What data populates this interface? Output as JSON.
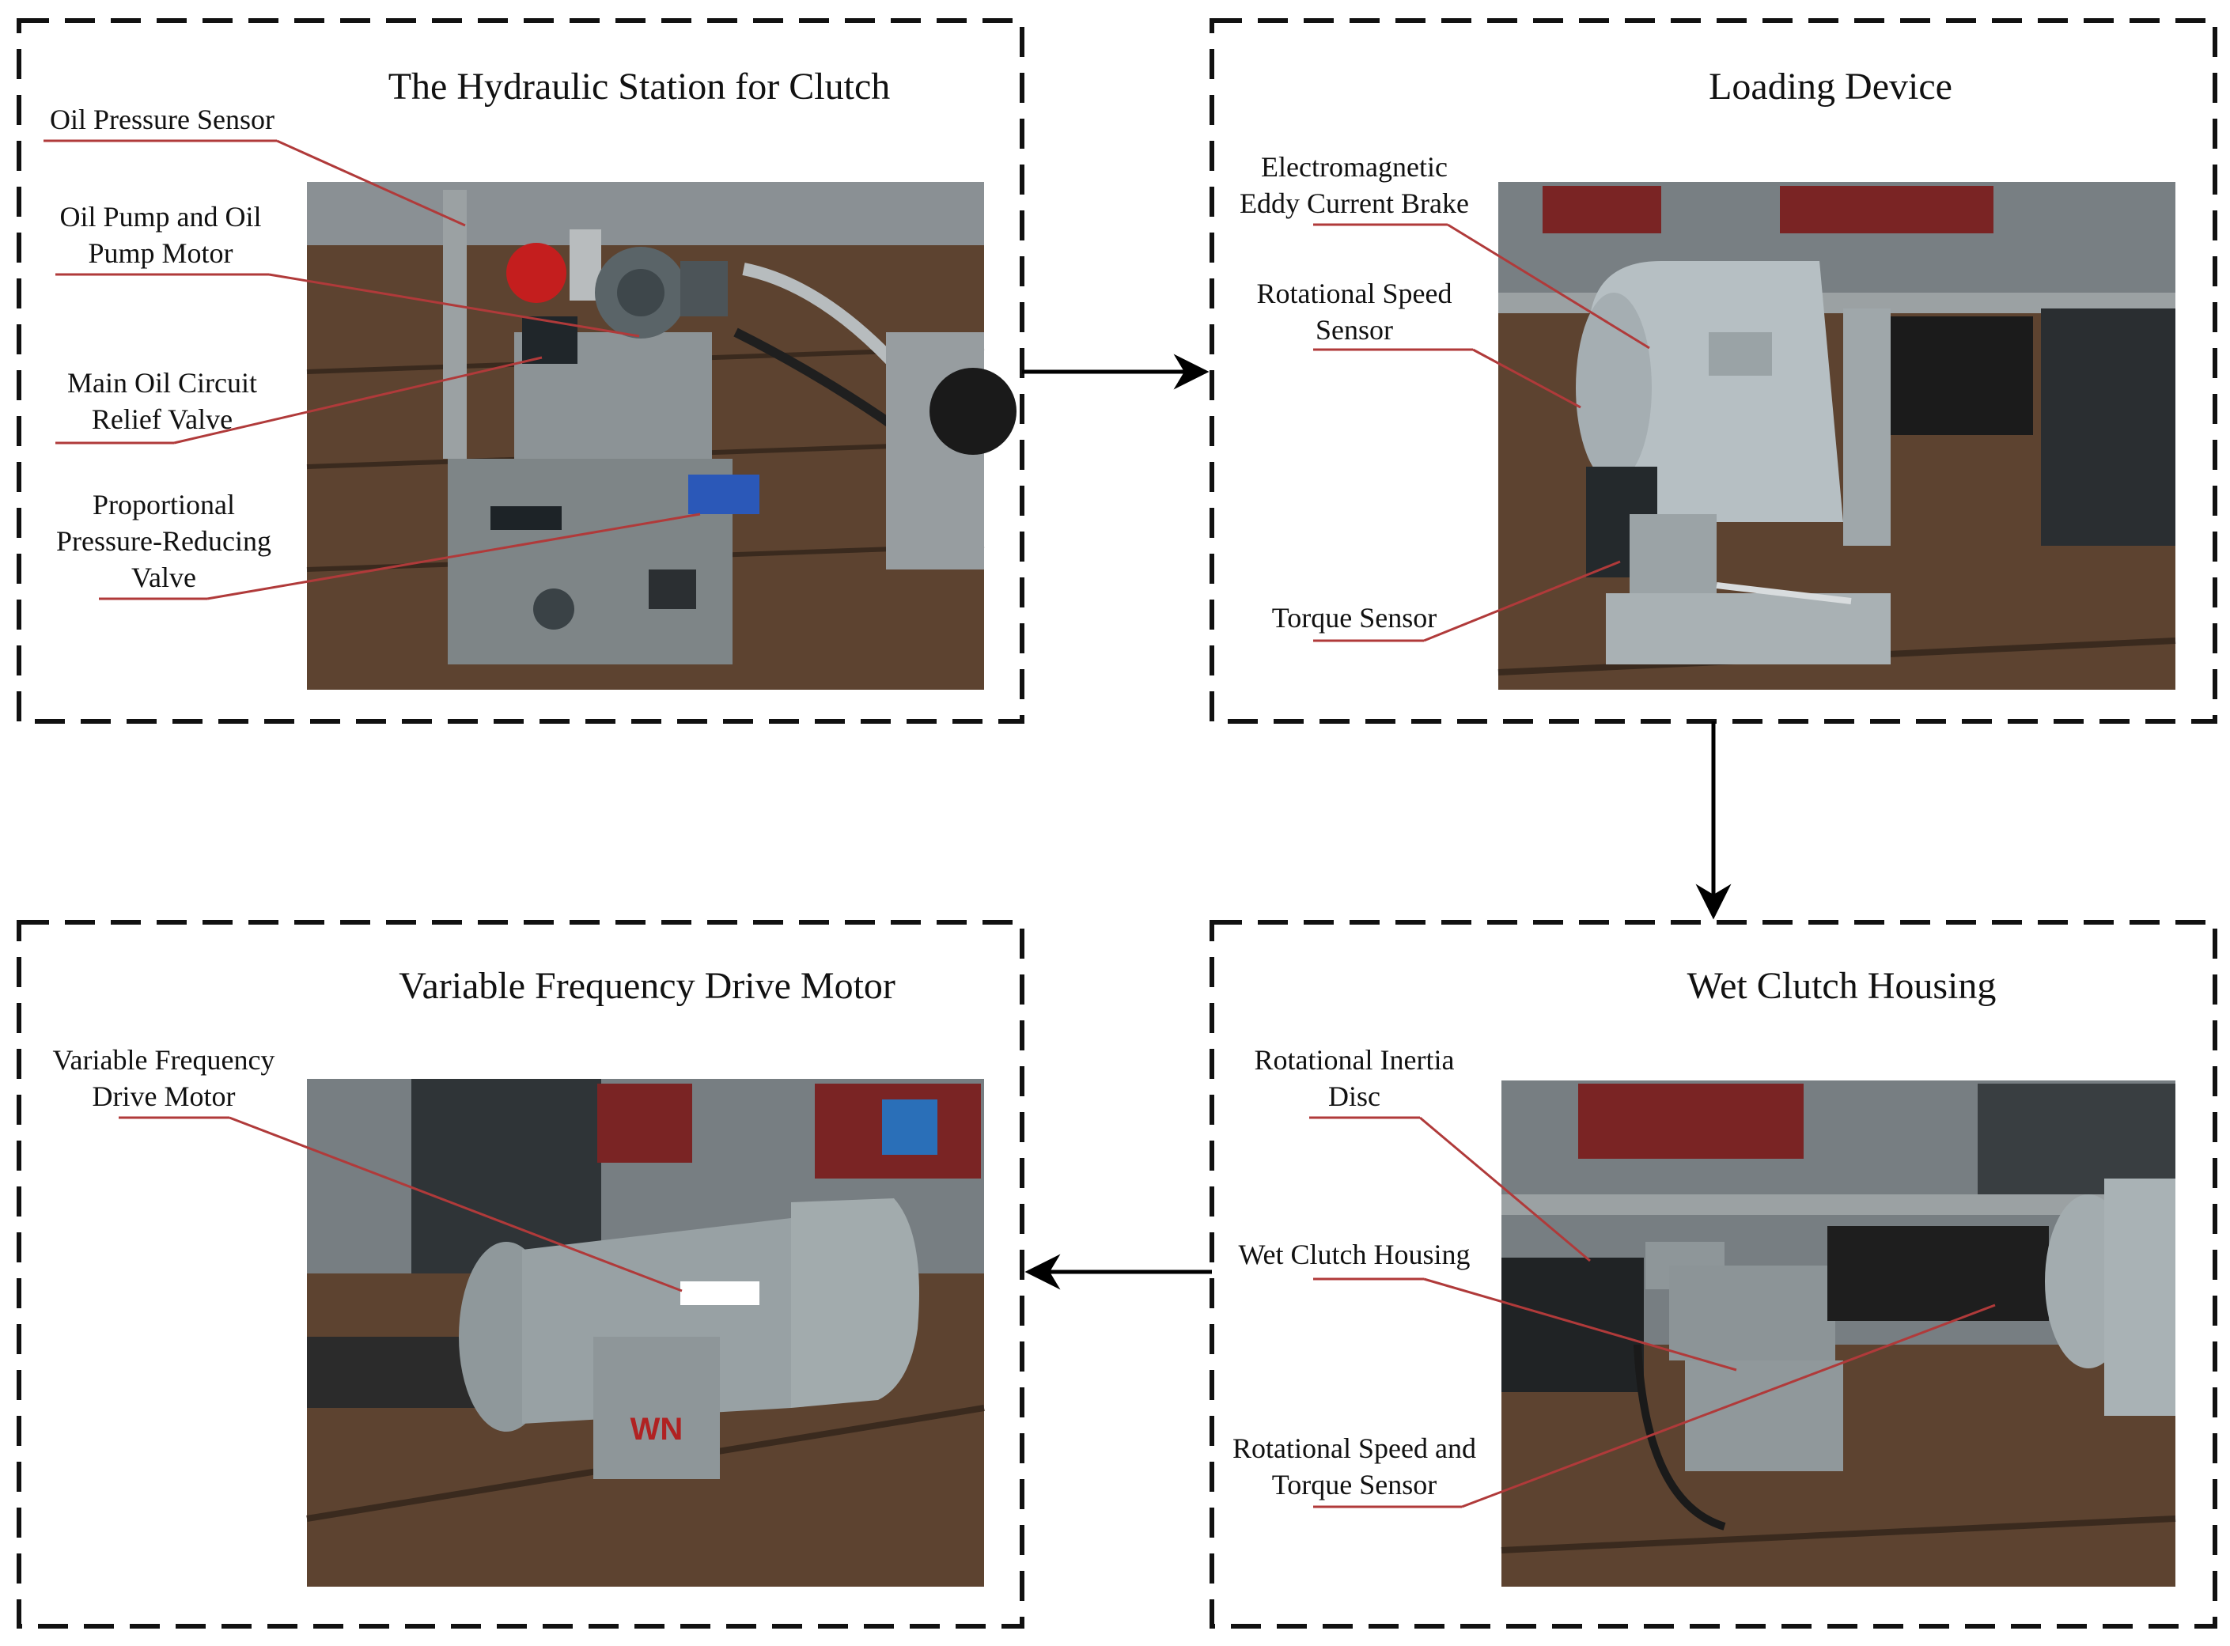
{
  "panels": {
    "hydraulic": {
      "title": "The Hydraulic Station for Clutch",
      "labels": [
        "Oil Pressure Sensor",
        "Oil Pump and Oil",
        "Pump Motor",
        "Main Oil Circuit",
        "Relief Valve",
        "Proportional",
        "Pressure-Reducing",
        "Valve"
      ]
    },
    "loading": {
      "title": "Loading Device",
      "labels": [
        "Electromagnetic",
        "Eddy Current Brake",
        "Rotational Speed",
        "Sensor",
        "Torque Sensor"
      ]
    },
    "motor": {
      "title": "Variable Frequency Drive Motor",
      "labels": [
        "Variable Frequency",
        "Drive Motor"
      ],
      "brand": "WN"
    },
    "clutch": {
      "title": "Wet Clutch Housing",
      "labels": [
        "Rotational Inertia",
        "Disc",
        "Wet Clutch Housing",
        "Rotational Speed and",
        "Torque Sensor"
      ]
    }
  },
  "colors": {
    "frame": "#111111",
    "leader": "#b03a3a",
    "machine_gray": "#9aa3a6",
    "floor": "#6b4a33",
    "wall": "#7d8488",
    "window": "#7a2424"
  }
}
